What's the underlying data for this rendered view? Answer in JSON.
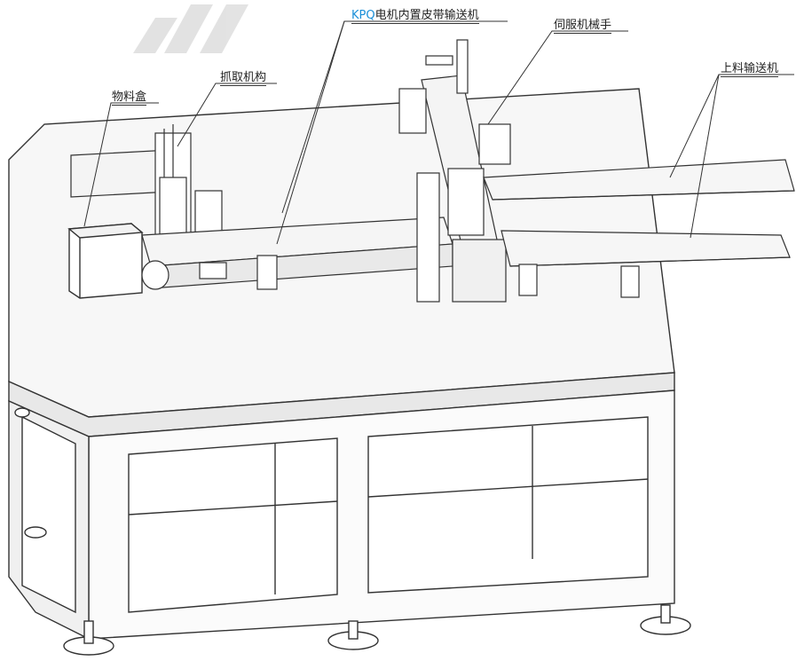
{
  "callouts": {
    "material_box": "物料盒",
    "grab_mechanism": "抓取机构",
    "conveyor_prefix": "KPQ",
    "conveyor_suffix": "电机内置皮带输送机",
    "servo_manipulator": "伺服机械手",
    "feeding_conveyor": "上料输送机"
  },
  "colors": {
    "line": "#333333",
    "accent": "#1a8fd8",
    "watermark": "#cfcfcf"
  }
}
